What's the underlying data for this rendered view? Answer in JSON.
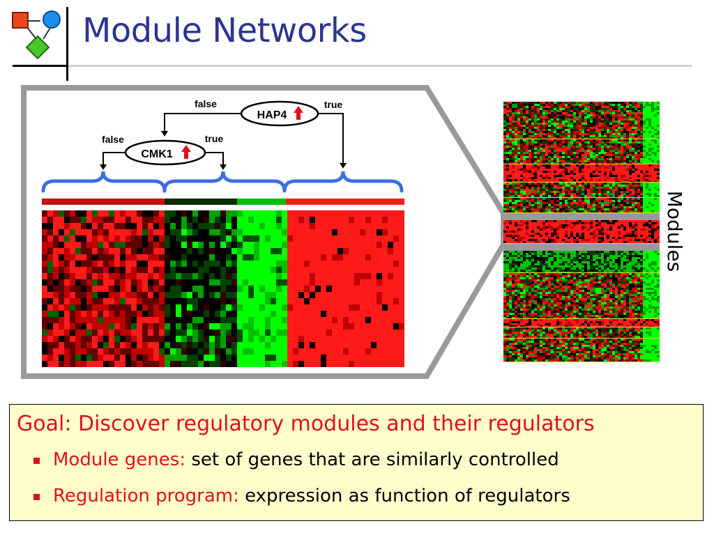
{
  "slide": {
    "title": "Module Networks"
  },
  "regulation_tree": {
    "root": {
      "regulator": "HAP4",
      "false_label": "false",
      "true_label": "true"
    },
    "child": {
      "regulator": "CMK1",
      "false_label": "false",
      "true_label": "true"
    },
    "regulator_arrow": "up-arrow-icon"
  },
  "side_label": "Modules",
  "goal": {
    "heading": "Goal: Discover regulatory modules and their regulators",
    "bullets": [
      {
        "term": "Module genes:",
        "description": " set of genes that are similarly controlled"
      },
      {
        "term": "Regulation program:",
        "description": " expression as function of regulators"
      }
    ]
  },
  "colors": {
    "title": "#2b3590",
    "accent_red": "#e0101a",
    "brace_blue": "#3d6ee0",
    "goal_background": "#ffffcc"
  }
}
